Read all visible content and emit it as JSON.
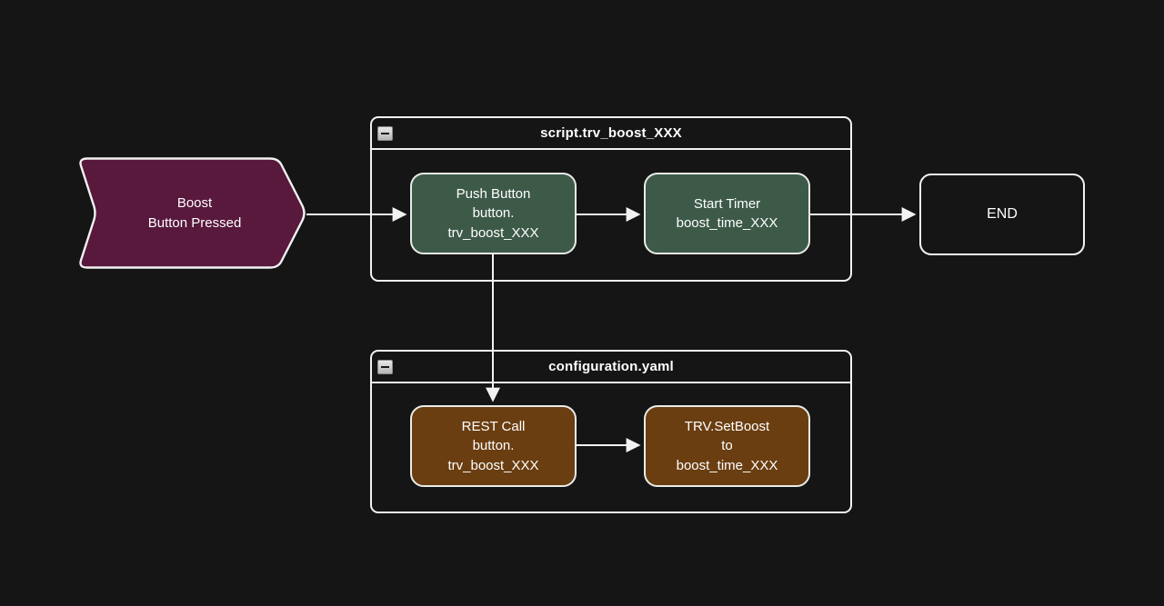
{
  "diagram": {
    "background": "#151515",
    "connector_color": "#f2f2f2",
    "start_node": {
      "lines": [
        "Boost",
        "Button Pressed"
      ],
      "fill": "#58193d"
    },
    "script_container": {
      "title": "script.trv_boost_XXX"
    },
    "config_container": {
      "title": "configuration.yaml"
    },
    "push_button_node": {
      "lines": [
        "Push Button",
        "button.",
        "trv_boost_XXX"
      ],
      "fill": "#3d5a49"
    },
    "start_timer_node": {
      "lines": [
        "Start Timer",
        "boost_time_XXX"
      ],
      "fill": "#3d5a49"
    },
    "rest_call_node": {
      "lines": [
        "REST Call",
        "button.",
        "trv_boost_XXX"
      ],
      "fill": "#6a3e11"
    },
    "set_boost_node": {
      "lines": [
        "TRV.SetBoost",
        "to",
        "boost_time_XXX"
      ],
      "fill": "#6a3e11"
    },
    "end_node": {
      "label": "END"
    }
  }
}
